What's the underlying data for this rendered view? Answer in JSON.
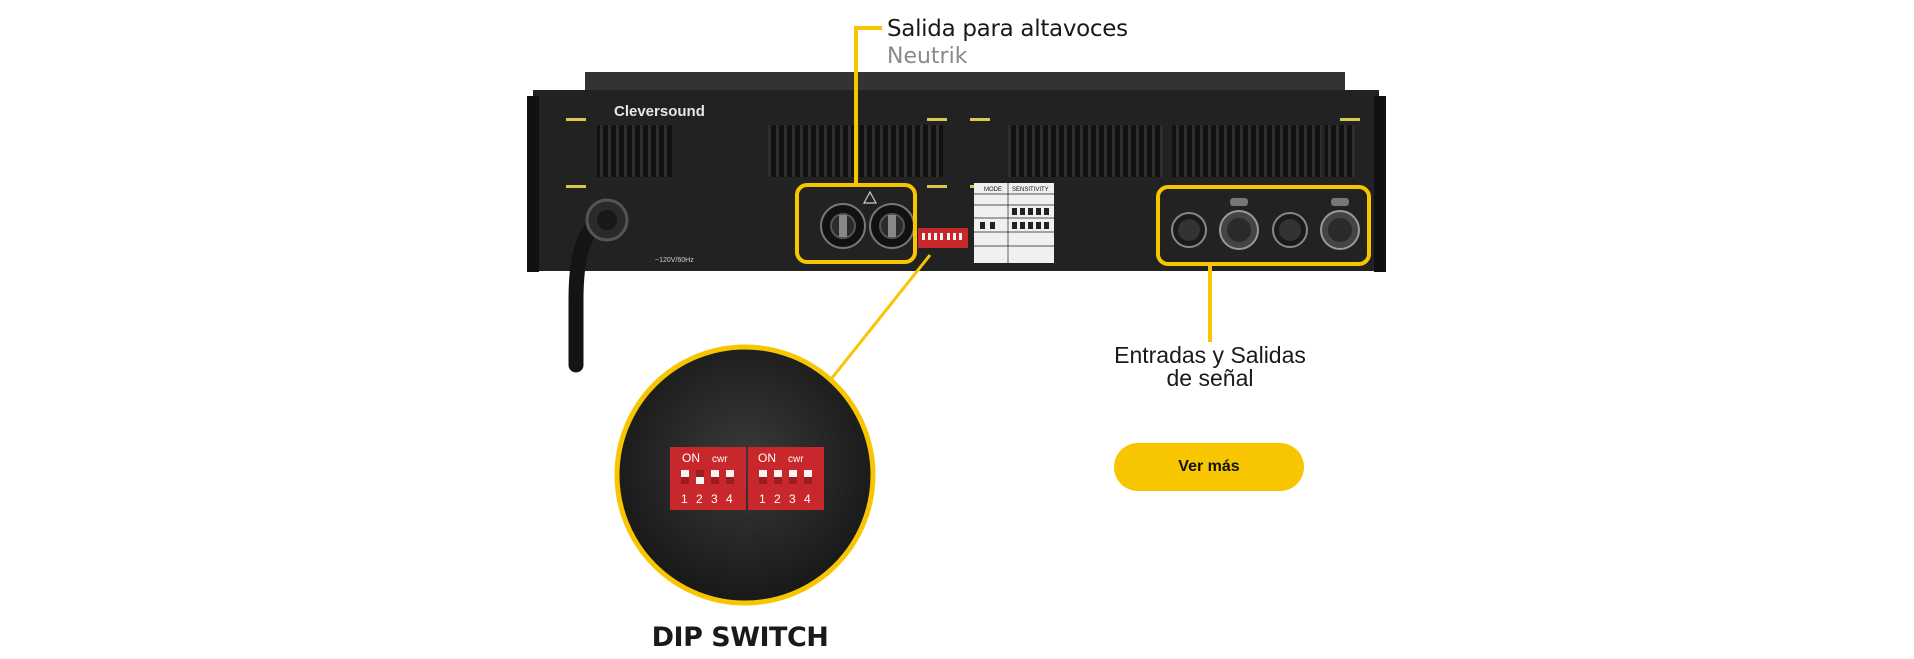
{
  "callouts": {
    "speaker_output_title": "Salida para altavoces",
    "speaker_output_subtitle": "Neutrik",
    "io_line1": "Entradas y Salidas",
    "io_line2": "de señal",
    "dip_title": "DIP SWITCH"
  },
  "button": {
    "ver_mas": "Ver más"
  },
  "device": {
    "brand": "Cleversound",
    "power_label": "~120V/60Hz",
    "table_mode_header": "MODE",
    "table_sensitivity_header": "SENSITIVITY",
    "dip_on": "ON",
    "dip_numbers": [
      "1",
      "2",
      "3",
      "4"
    ],
    "dip_brand": "cwr"
  },
  "colors": {
    "accent": "#f7c600",
    "chassis": "#222222",
    "dip_red": "#c8282b"
  }
}
